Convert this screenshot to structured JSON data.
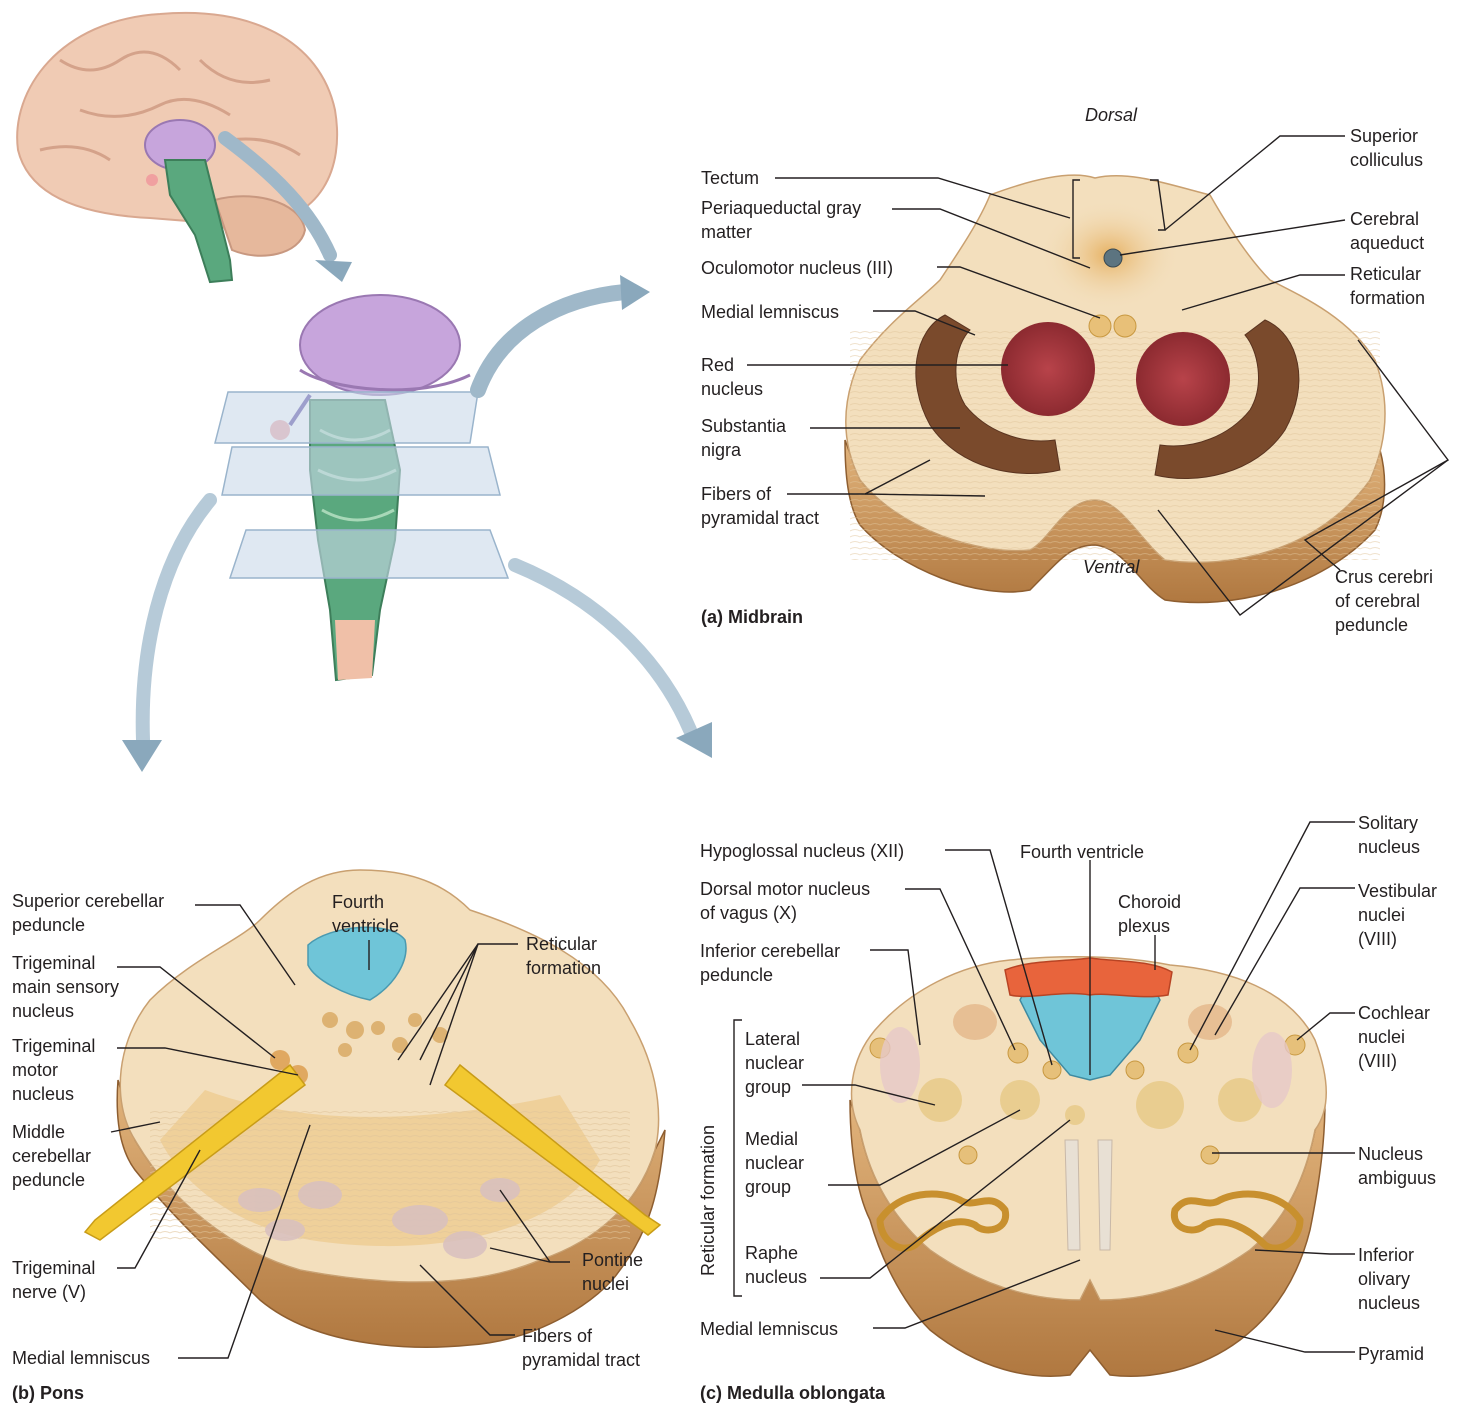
{
  "colors": {
    "tissue": "#f3dfbd",
    "tissue_dark": "#d9a86a",
    "side_face": "#c8925a",
    "red_nucleus": "#a8343c",
    "substantia_nigra": "#7a4a2c",
    "ventricle": "#6fc5d8",
    "choroid": "#e8643c",
    "nerve": "#f2c830",
    "brain": "#f0cbb4",
    "thalamus": "#c7a5dc",
    "brainstem_green": "#5aa87e",
    "slice_plane": "#c9d9ea",
    "arrow": "#9fb8c9"
  },
  "midbrain": {
    "orientation_dorsal": "Dorsal",
    "orientation_ventral": "Ventral",
    "caption": "(a) Midbrain",
    "labels": {
      "tectum": "Tectum",
      "periaqueductal": "Periaqueductal gray\nmatter",
      "oculomotor": "Oculomotor nucleus (III)",
      "medial_lemniscus": "Medial lemniscus",
      "red_nucleus": "Red\nnucleus",
      "substantia_nigra": "Substantia\nnigra",
      "pyramidal": "Fibers of\npyramidal tract",
      "superior_colliculus": "Superior\ncolliculus",
      "cerebral_aqueduct": "Cerebral\naqueduct",
      "reticular": "Reticular\nformation",
      "crus_cerebri": "Crus cerebri\nof cerebral\npeduncle"
    }
  },
  "pons": {
    "caption": "(b) Pons",
    "labels": {
      "superior_cerebellar": "Superior cerebellar\npeduncle",
      "trigeminal_main_sensory": "Trigeminal\nmain sensory\nnucleus",
      "trigeminal_motor": "Trigeminal\nmotor\nnucleus",
      "middle_cerebellar": "Middle\ncerebellar\npeduncle",
      "trigeminal_nerve": "Trigeminal\nnerve (V)",
      "medial_lemniscus": "Medial lemniscus",
      "fourth_ventricle": "Fourth\nventricle",
      "reticular": "Reticular\nformation",
      "pontine_nuclei": "Pontine\nnuclei",
      "pyramidal": "Fibers of\npyramidal tract"
    }
  },
  "medulla": {
    "caption": "(c) Medulla oblongata",
    "group_label": "Reticular formation",
    "labels": {
      "hypoglossal": "Hypoglossal nucleus (XII)",
      "dorsal_motor_vagus": "Dorsal motor nucleus\nof vagus (X)",
      "inferior_cerebellar": "Inferior cerebellar\npeduncle",
      "lateral_group": "Lateral\nnuclear\ngroup",
      "medial_group": "Medial\nnuclear\ngroup",
      "raphe": "Raphe\nnucleus",
      "medial_lemniscus": "Medial lemniscus",
      "fourth_ventricle": "Fourth ventricle",
      "choroid_plexus": "Choroid\nplexus",
      "solitary": "Solitary\nnucleus",
      "vestibular": "Vestibular\nnuclei\n(VIII)",
      "cochlear": "Cochlear\nnuclei\n(VIII)",
      "ambiguus": "Nucleus\nambiguus",
      "inferior_olivary": "Inferior\nolivary\nnucleus",
      "pyramid": "Pyramid"
    }
  }
}
